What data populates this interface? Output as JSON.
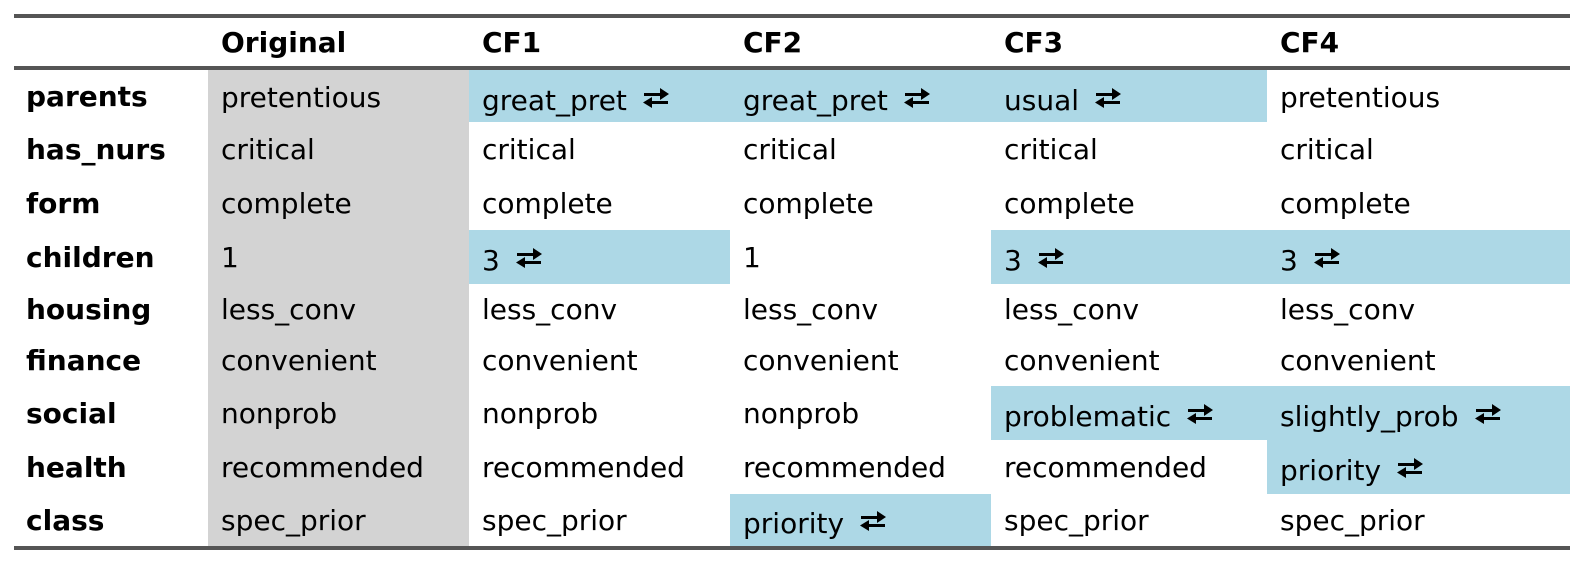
{
  "table": {
    "columns": [
      "",
      "Original",
      "CF1",
      "CF2",
      "CF3",
      "CF4"
    ],
    "rows": [
      {
        "feature": "parents",
        "values": [
          "pretentious",
          "great_pret",
          "great_pret",
          "usual",
          "pretentious"
        ],
        "changed": [
          false,
          true,
          true,
          true,
          false
        ]
      },
      {
        "feature": "has_nurs",
        "values": [
          "critical",
          "critical",
          "critical",
          "critical",
          "critical"
        ],
        "changed": [
          false,
          false,
          false,
          false,
          false
        ]
      },
      {
        "feature": "form",
        "values": [
          "complete",
          "complete",
          "complete",
          "complete",
          "complete"
        ],
        "changed": [
          false,
          false,
          false,
          false,
          false
        ]
      },
      {
        "feature": "children",
        "values": [
          "1",
          "3",
          "1",
          "3",
          "3"
        ],
        "changed": [
          false,
          true,
          false,
          true,
          true
        ]
      },
      {
        "feature": "housing",
        "values": [
          "less_conv",
          "less_conv",
          "less_conv",
          "less_conv",
          "less_conv"
        ],
        "changed": [
          false,
          false,
          false,
          false,
          false
        ]
      },
      {
        "feature": "finance",
        "values": [
          "convenient",
          "convenient",
          "convenient",
          "convenient",
          "convenient"
        ],
        "changed": [
          false,
          false,
          false,
          false,
          false
        ]
      },
      {
        "feature": "social",
        "values": [
          "nonprob",
          "nonprob",
          "nonprob",
          "problematic",
          "slightly_prob"
        ],
        "changed": [
          false,
          false,
          false,
          true,
          true
        ]
      },
      {
        "feature": "health",
        "values": [
          "recommended",
          "recommended",
          "recommended",
          "recommended",
          "priority"
        ],
        "changed": [
          false,
          false,
          false,
          false,
          true
        ]
      },
      {
        "feature": "class",
        "values": [
          "spec_prior",
          "spec_prior",
          "priority",
          "spec_prior",
          "spec_prior"
        ],
        "changed": [
          false,
          false,
          true,
          false,
          false
        ]
      }
    ]
  },
  "icons": {
    "changed_marker": "swap-arrows-icon"
  },
  "colors": {
    "original_column": "#d3d3d3",
    "changed_cell": "#add8e6",
    "rule": "#555555"
  }
}
